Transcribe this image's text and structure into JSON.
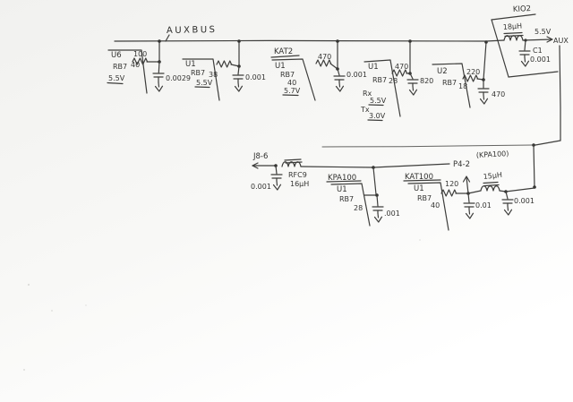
{
  "bus": {
    "label": "AUXBUS"
  },
  "u6": {
    "u": "U6",
    "part": "RB7",
    "pin": "40",
    "volt": "5.5V",
    "res": "100",
    "cap": "0.0029"
  },
  "u1a": {
    "u": "U1",
    "part": "RB7",
    "pin": "38",
    "volt": "5.5V",
    "cap": "0.001"
  },
  "kat2": {
    "label": "KAT2",
    "u": "U1",
    "part": "RB7",
    "pin": "40",
    "volt": "5.7V",
    "res": "470",
    "cap": "0.001"
  },
  "u1b": {
    "u": "U1",
    "part": "RB7",
    "pin": "28",
    "rx_label": "Rx",
    "rx_volt": "5.5V",
    "tx_label": "Tx",
    "tx_volt": "3.0V",
    "res": "470",
    "cap": "820"
  },
  "u2": {
    "u": "U2",
    "part": "RB7",
    "pin": "18",
    "res": "220",
    "cap": "470"
  },
  "kio2": {
    "label": "KIO2",
    "inductor": "18µH",
    "volt": "5.5V",
    "out": "AUX",
    "cap_ref": "C1",
    "cap": "0.001"
  },
  "mid": {
    "connector": "J8-6",
    "cap": "0.001",
    "choke": "RFC9",
    "choke_val": "16µH",
    "dest": "P4-2",
    "dest_note": "(KPA100)"
  },
  "kpa100": {
    "label": "KPA100",
    "u": "U1",
    "part": "RB7",
    "pin": "28",
    "cap": ".001"
  },
  "kat100": {
    "label": "KAT100",
    "u": "U1",
    "part": "RB7",
    "pin": "40",
    "res": "120",
    "cap1": "0.01",
    "inductor": "15µH",
    "cap2": "0.001"
  }
}
